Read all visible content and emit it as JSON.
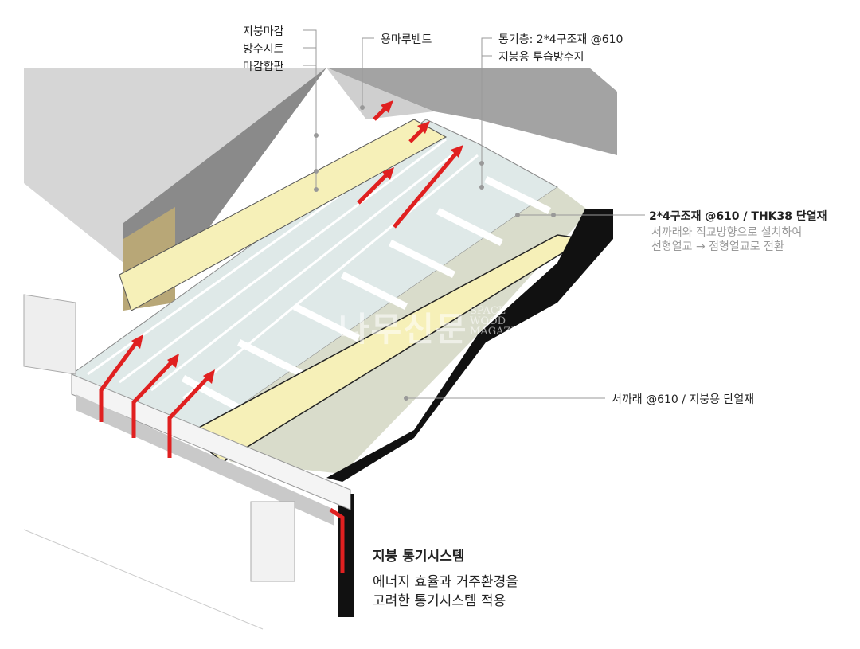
{
  "labels": {
    "roof_finish": "지붕마감",
    "waterproof_sheet": "방수시트",
    "finish_plywood": "마감합판",
    "ridge_vent": "용마루벤트",
    "vent_layer": "통기층: 2*4구조재 @610",
    "breathable_membrane": "지붕용 투습방수지",
    "insulation_layer": "2*4구조재 @610 / THK38 단열재",
    "insulation_note_1": "서까래와 직교방향으로 설치하여",
    "insulation_note_2": "선형열교 → 점형열교로 전환",
    "rafter": "서까래 @610 / 지붕용 단열재"
  },
  "caption": {
    "title": "지붕 통기시스템",
    "line1": "에너지 효율과 거주환경을",
    "line2": "고려한 통기시스템 적용"
  },
  "watermark": {
    "main": "나무신문",
    "sub": "SPACE WOOD MAGAZINE"
  },
  "colors": {
    "arrow": "#e02020",
    "timber": "#f6f0b8",
    "insulation": "#d9dccb",
    "membrane": "#dfe9e8",
    "roof": "#d6d6d6",
    "dark": "#9a9a9a"
  }
}
